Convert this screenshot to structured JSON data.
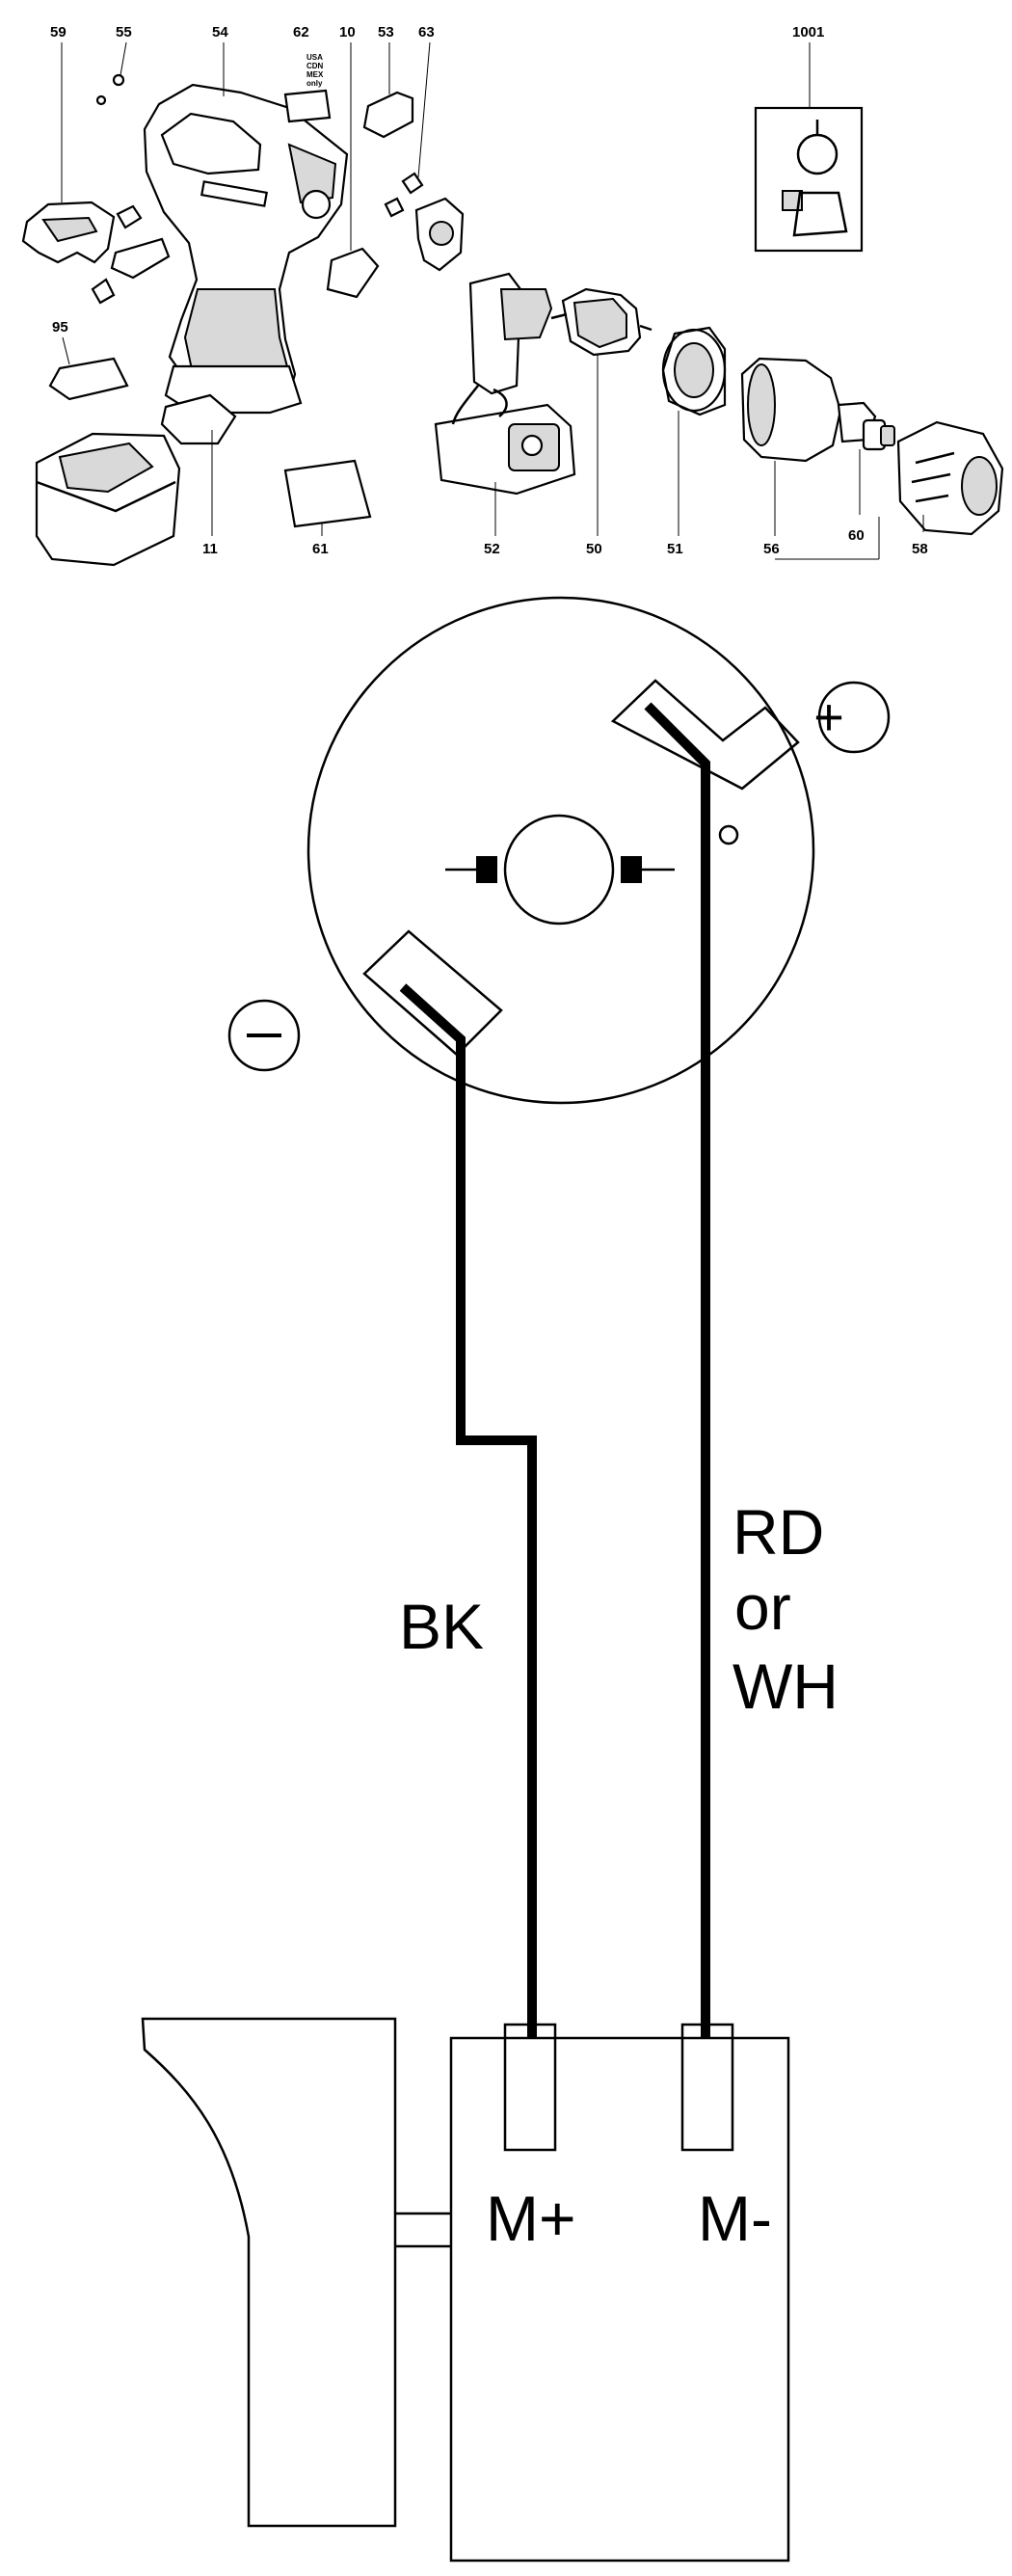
{
  "exploded_view": {
    "part_numbers": [
      "59",
      "55",
      "54",
      "62",
      "10",
      "53",
      "63",
      "1001",
      "95",
      "11",
      "61",
      "52",
      "50",
      "51",
      "56",
      "60",
      "58"
    ],
    "label_note": [
      "USA",
      "CDN",
      "MEX",
      "only"
    ]
  },
  "wiring": {
    "motor_terminals": {
      "positive": "+",
      "negative": "−"
    },
    "wire_black": "BK",
    "wire_red_or_white": [
      "RD",
      "or",
      "WH"
    ],
    "switch_terminals": [
      "M+",
      "M-"
    ]
  }
}
